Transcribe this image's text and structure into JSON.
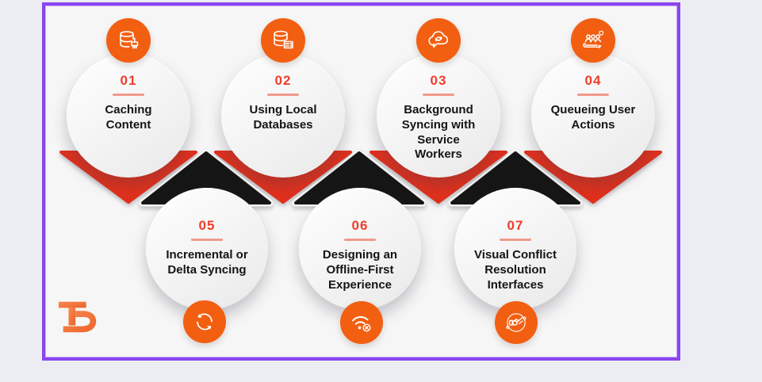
{
  "page": {
    "background": "#ecedf3",
    "frame_border_color": "#8a45ef",
    "frame_background": "#f6f6f7"
  },
  "colors": {
    "accent_orange": "#f25f11",
    "chevron_red": "#e0301d",
    "chevron_black": "#161616",
    "number_red": "#ee3e2b",
    "divider_salmon": "#f09a8c",
    "title_black": "#151515"
  },
  "items": [
    {
      "number": "01",
      "title": "Caching Content",
      "icon": "database-brush-icon",
      "row": "top"
    },
    {
      "number": "02",
      "title": "Using Local Databases",
      "icon": "local-database-icon",
      "row": "top"
    },
    {
      "number": "03",
      "title": "Background Syncing with Service Workers",
      "icon": "cloud-sync-icon",
      "row": "top"
    },
    {
      "number": "04",
      "title": "Queueing User Actions",
      "icon": "user-queue-icon",
      "row": "top"
    },
    {
      "number": "05",
      "title": "Incremental or Delta Syncing",
      "icon": "sync-arrows-icon",
      "row": "bottom"
    },
    {
      "number": "06",
      "title": "Designing an Offline-First Experience",
      "icon": "wifi-off-icon",
      "row": "bottom"
    },
    {
      "number": "07",
      "title": "Visual Conflict Resolution Interfaces",
      "icon": "handshake-icon",
      "row": "bottom"
    }
  ],
  "logo": {
    "monogram": "TD",
    "gradient_start": "#f58a52",
    "gradient_end": "#ee6228"
  }
}
